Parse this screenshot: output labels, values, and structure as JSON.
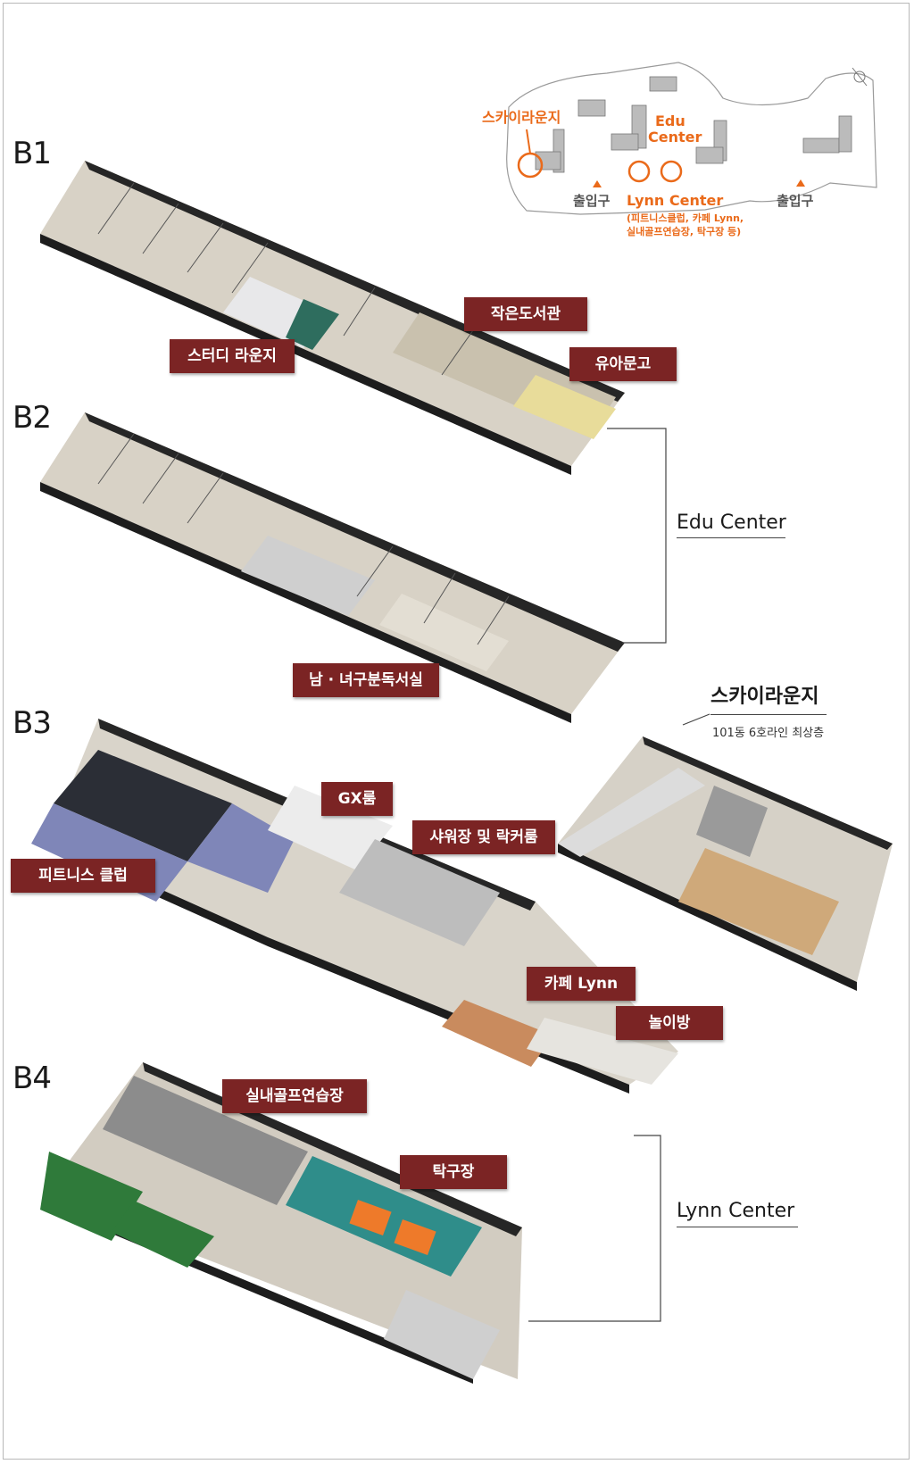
{
  "floors": {
    "b1": "B1",
    "b2": "B2",
    "b3": "B3",
    "b4": "B4"
  },
  "labels": {
    "study_lounge": "스터디 라운지",
    "small_library": "작은도서관",
    "toddler_library": "유아문고",
    "reading_room": "남 · 녀구분독서실",
    "gx_room": "GX룸",
    "shower_locker": "샤워장 및 락커룸",
    "fitness_club": "피트니스 클럽",
    "cafe_lynn": "카페 Lynn",
    "playroom": "놀이방",
    "indoor_golf": "실내골프연습장",
    "table_tennis": "탁구장"
  },
  "groups": {
    "edu_center": "Edu Center",
    "lynn_center": "Lynn Center",
    "sky_lounge": "스카이라운지",
    "sky_lounge_note": "101동 6호라인 최상층"
  },
  "site_map": {
    "sky_lounge": "스카이라운지",
    "edu_line1": "Edu",
    "edu_line2": "Center",
    "lynn_center": "Lynn Center",
    "lynn_detail_1": "(피트니스클럽, 카페 Lynn,",
    "lynn_detail_2": "실내골프연습장, 탁구장 등)",
    "entrance_1": "출입구",
    "entrance_2": "출입구"
  },
  "colors": {
    "tag": "#7b2424",
    "accent": "#ea6a1a",
    "fitness_floor": "#7f86b8",
    "golf_green": "#2f7a3a",
    "tennis_teal": "#2f8d8a"
  }
}
